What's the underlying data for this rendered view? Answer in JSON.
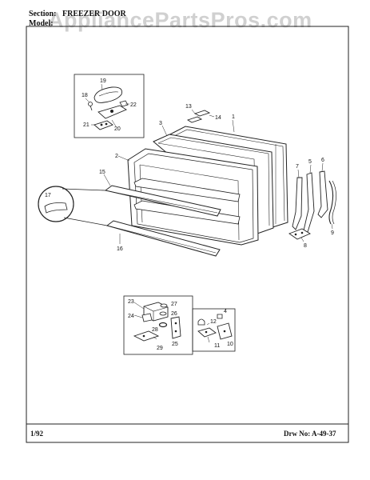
{
  "header": {
    "section_label": "Section:",
    "section_value": "FREEZER DOOR",
    "model_label": "Model:"
  },
  "watermark": "AppliancePartsPros.com",
  "footer": {
    "date": "1/92",
    "drawing_number": "Drw No: A-49-37"
  },
  "parts": {
    "p1": "1",
    "p2": "2",
    "p3": "3",
    "p4": "4",
    "p5": "5",
    "p6": "6",
    "p7": "7",
    "p8": "8",
    "p9": "9",
    "p10": "10",
    "p11": "11",
    "p12": "12",
    "p13": "13",
    "p14": "14",
    "p15": "15",
    "p16": "16",
    "p17": "17",
    "p18": "18",
    "p19": "19",
    "p20": "20",
    "p21": "21",
    "p22": "22",
    "p23": "23",
    "p24": "24",
    "p25": "25",
    "p26": "26",
    "p27": "27",
    "p28": "28",
    "p29": "29"
  }
}
